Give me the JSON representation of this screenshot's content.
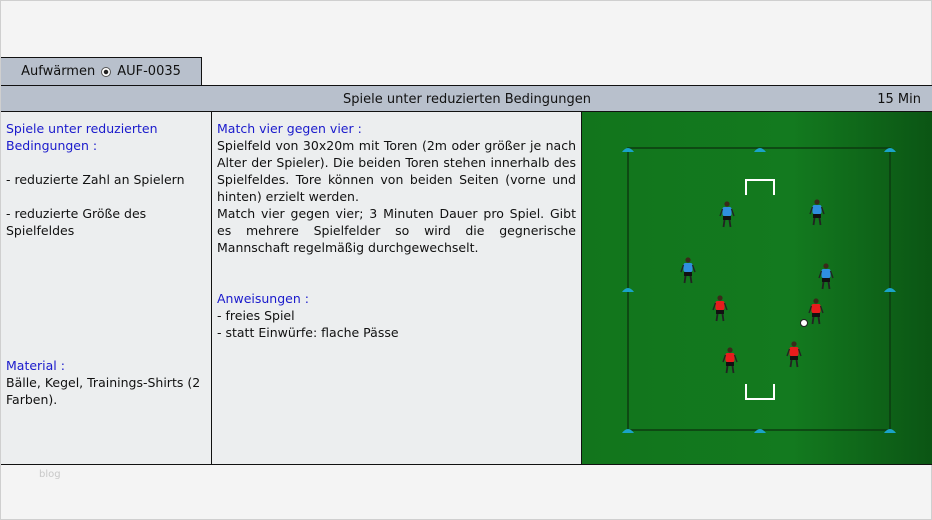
{
  "tab": {
    "category": "Aufwärmen",
    "icon": "soccer-ball-icon",
    "code": "AUF-0035"
  },
  "header": {
    "title": "Spiele unter reduzierten Bedingungen",
    "duration": "15 Min"
  },
  "left": {
    "heading": "Spiele unter reduzierten Bedingungen :",
    "points": [
      "- reduzierte Zahl an Spielern",
      "- reduzierte Größe des Spielfeldes"
    ],
    "material_heading": "Material :",
    "material_text": "Bälle, Kegel, Trainings-Shirts (2 Farben)."
  },
  "middle": {
    "heading": "Match vier gegen vier :",
    "paragraph1": "Spielfeld von 30x20m mit Toren (2m oder größer je nach Alter der Spieler). Die beiden Toren stehen innerhalb des Spielfeldes. Tore können von beiden Seiten (vorne und hinten) erzielt werden.",
    "paragraph2": "Match vier gegen vier; 3 Minuten Dauer pro Spiel. Gibt es mehrere Spielfelder so wird die gegnerische Mannschaft regelmäßig durchgewechselt.",
    "instructions_heading": "Anweisungen :",
    "instructions": [
      "- freies Spiel",
      "- statt Einwürfe: flache Pässe"
    ]
  },
  "diagram": {
    "field_color": "#16801f",
    "team_blue_color": "#2f8fe0",
    "team_red_color": "#e81c1c",
    "cone_color": "#1aa3c8"
  },
  "footer": {
    "text": "blog"
  }
}
